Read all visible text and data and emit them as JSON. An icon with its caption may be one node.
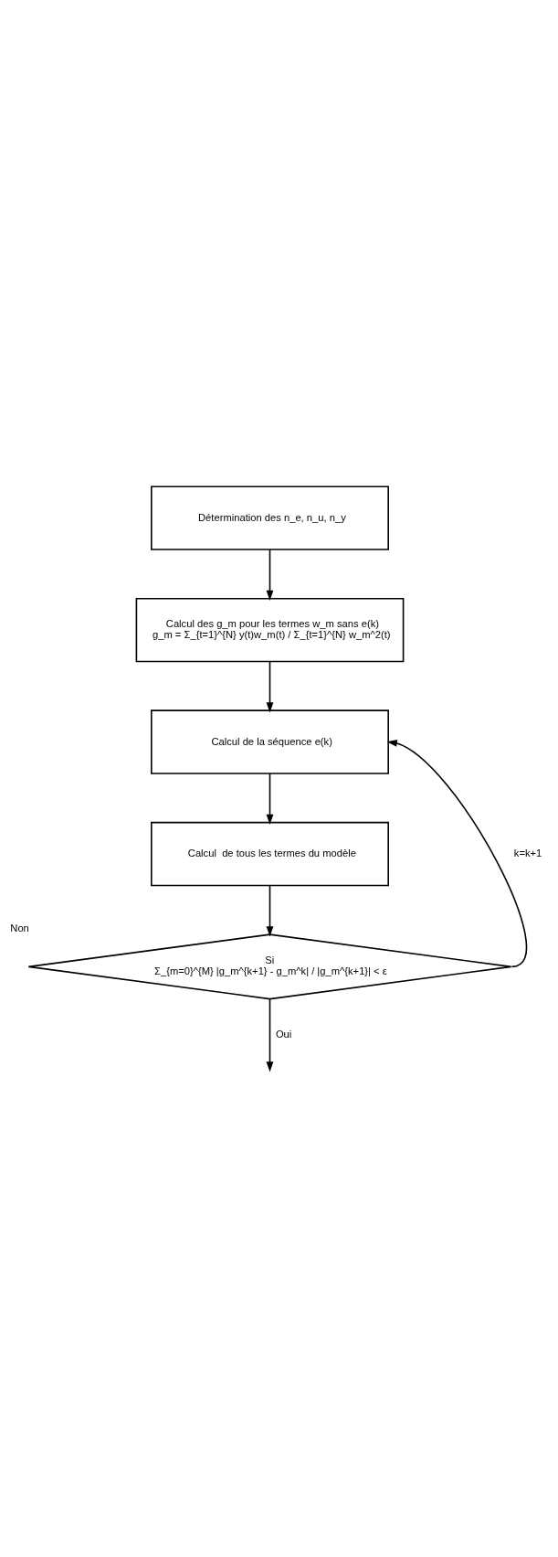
{
  "diagram": {
    "nodes": [
      {
        "text": [
          "Détermination des n_e, n_u, n_y"
        ]
      },
      {
        "text": [
          "Calcul des g_m pour les termes w_m sans e(k)",
          "g_m = Σ_{t=1}^{N} y(t)w_m(t) / Σ_{t=1}^{N} w_m^2(t)"
        ]
      },
      {
        "text": [
          "Calcul de la séquence e(k)"
        ]
      },
      {
        "text": [
          "Calcul  de tous les termes du modèle"
        ]
      },
      {
        "text": [
          "Si",
          "Σ_{m=0}^{M} |g_m^{k+1} - g_m^k| / |g_m^{k+1}| < ε"
        ],
        "beside": [
          "Non"
        ]
      }
    ],
    "edges": [
      {
        "from": 0,
        "to": 1,
        "arrow": "to"
      },
      {
        "from": 1,
        "to": 2,
        "arrow": "to"
      },
      {
        "from": 2,
        "to": 3,
        "arrow": "to"
      },
      {
        "from": 3,
        "to": 4,
        "arrow": "to"
      },
      {
        "from": 4,
        "to": 2,
        "arrow": "to",
        "label": "k=k+1"
      },
      {
        "from": 4,
        "to": null,
        "arrow": "to",
        "label": "Oui"
      }
    ]
  }
}
